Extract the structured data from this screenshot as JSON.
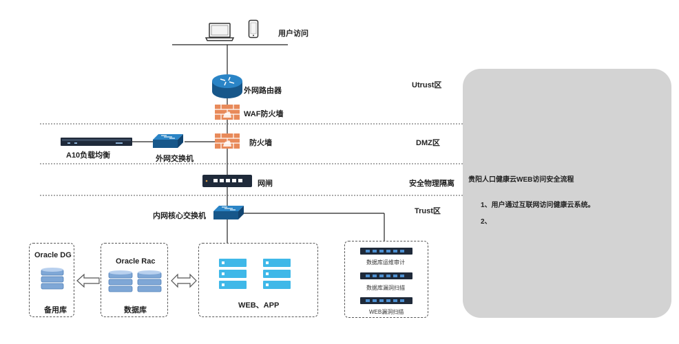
{
  "diagram": {
    "user_access": "用户访问",
    "outer_router": "外网路由器",
    "waf_firewall": "WAF防火墙",
    "firewall": "防火墙",
    "outer_switch": "外网交换机",
    "a10_lb": "A10负载均衡",
    "gateway": "网闸",
    "core_switch": "内网核心交换机",
    "web_app": "WEB、APP",
    "oracle_dg": "Oracle DG",
    "backup_db": "备用库",
    "oracle_rac": "Oracle Rac",
    "database": "数据库",
    "db_audit": "数据库运维审计",
    "db_scan": "数据库漏洞扫描",
    "web_scan": "WEB漏洞扫描"
  },
  "zones": {
    "untrust": "Utrust区",
    "dmz": "DMZ区",
    "isolation": "安全物理隔离",
    "trust": "Trust区"
  },
  "notes": {
    "title": "贵阳人口健康云WEB访问安全流程",
    "items": [
      "1、用户通过互联网访问健康云系统。",
      "2、"
    ]
  },
  "colors": {
    "router_blue": "#1f6fa8",
    "server_cyan": "#3fb8e8",
    "db_blue": "#7fa7d6",
    "firewall_orange": "#e88a5a",
    "panel_gray": "#d3d3d3"
  }
}
